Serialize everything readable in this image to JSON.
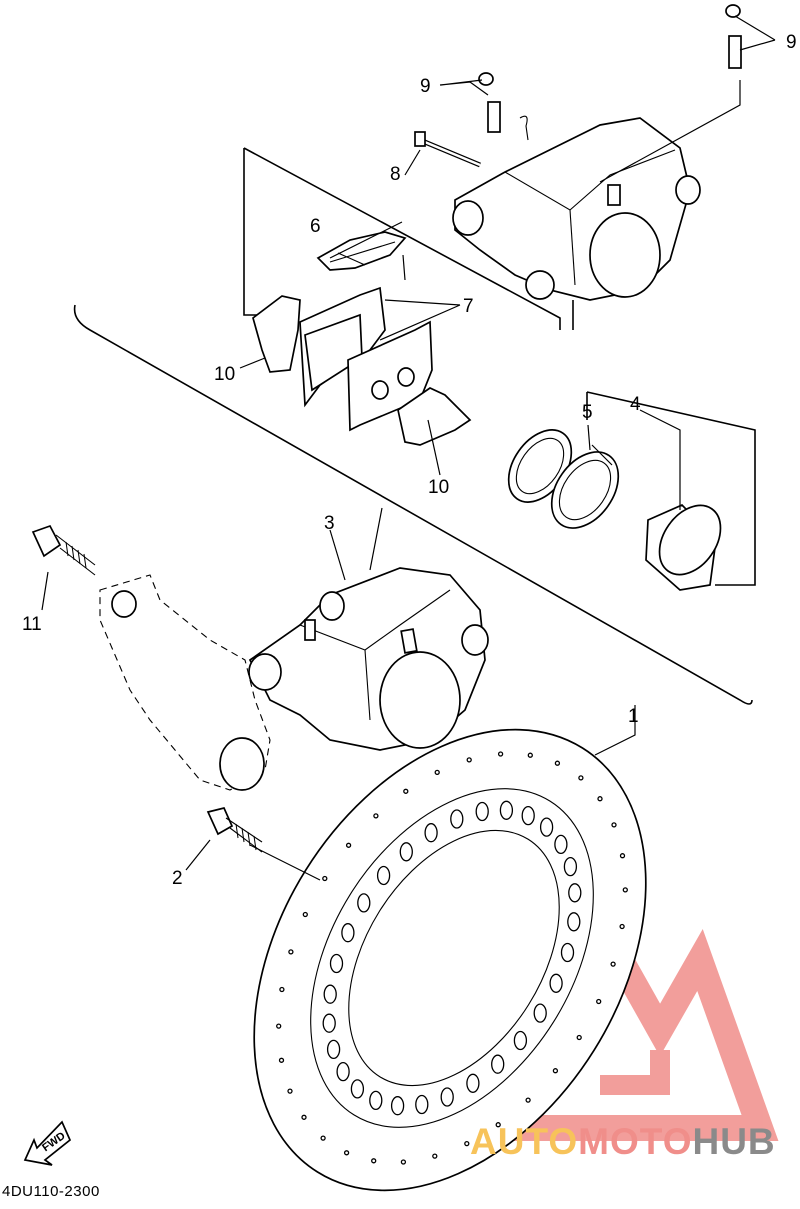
{
  "callouts": {
    "c1": "1",
    "c2": "2",
    "c3": "3",
    "c4": "4",
    "c5": "5",
    "c6": "6",
    "c7": "7",
    "c8": "8",
    "c9a": "9",
    "c9b": "9",
    "c10a": "10",
    "c10b": "10",
    "c11": "11"
  },
  "fwd_label": "FWD",
  "diagram_code": "4DU110-2300",
  "watermark": {
    "part1": "AUTO",
    "part2": "MOTO",
    "part3": "HUB",
    "colors": {
      "auto": "#f7c35a",
      "moto": "#f08e8a",
      "hub": "#8a8a8a",
      "logo": "#f08e8a"
    }
  }
}
